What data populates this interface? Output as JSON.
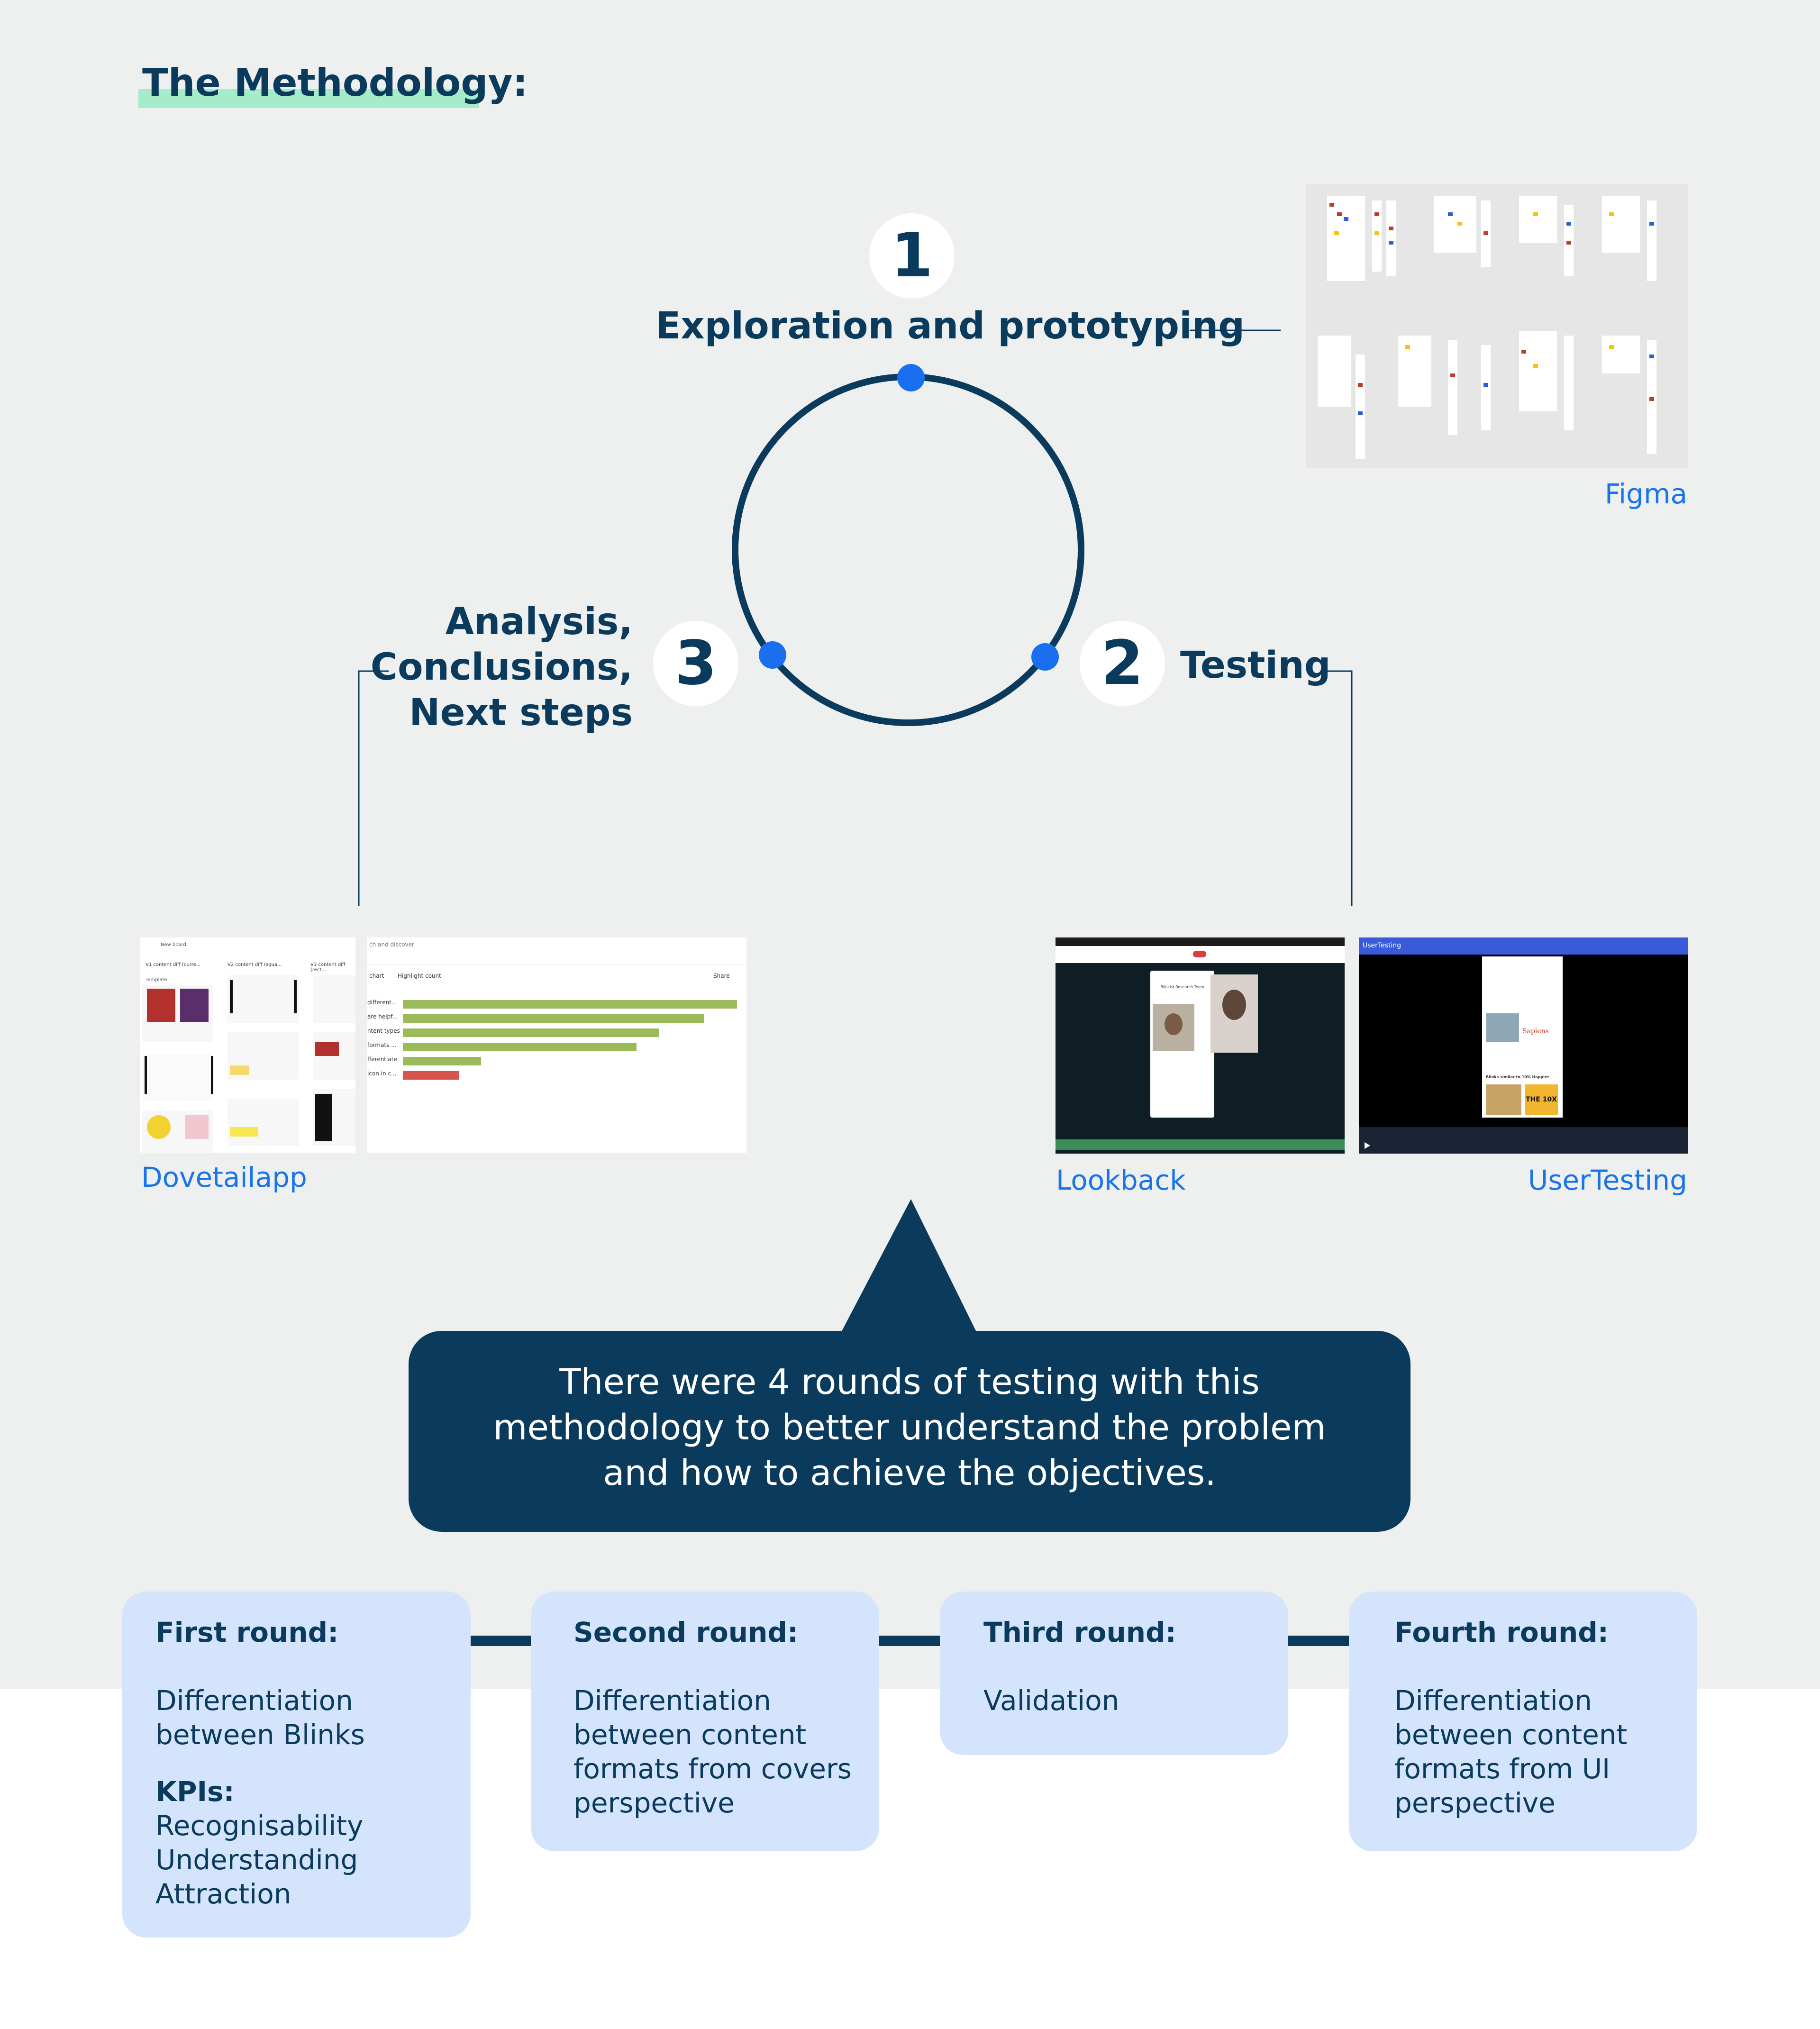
{
  "title": "The Methodology:",
  "stages": [
    {
      "number": "1",
      "label": "Exploration and prototyping",
      "tools": [
        "Figma"
      ]
    },
    {
      "number": "2",
      "label": "Testing",
      "tools": [
        "Lookback",
        "UserTesting"
      ]
    },
    {
      "number": "3",
      "label_lines": [
        "Analysis,",
        "Conclusions,",
        "Next steps"
      ],
      "tools": [
        "Dovetailapp"
      ]
    }
  ],
  "callout": {
    "lines": [
      "There were 4 rounds of testing with this",
      "methodology to better understand the problem",
      "and how to achieve the objectives."
    ]
  },
  "rounds": [
    {
      "title": "First round:",
      "description": [
        "Differentiation",
        "between Blinks"
      ],
      "kpi_title": "KPIs:",
      "kpis": [
        "Recognisability",
        "Understanding",
        "Attraction"
      ]
    },
    {
      "title": "Second round:",
      "description": [
        "Differentiation",
        "between content",
        "formats from covers",
        "perspective"
      ]
    },
    {
      "title": "Third round:",
      "description": [
        "Validation"
      ]
    },
    {
      "title": "Fourth round:",
      "description": [
        "Differentiation",
        "between content",
        "formats from UI",
        "perspective"
      ]
    }
  ],
  "screenshots": {
    "dovetail": {
      "columns": [
        "V1 content diff (curre...",
        "V2 content diff (squa...",
        "V3 content diff (rect..."
      ],
      "new_board": "New board",
      "template": "Template",
      "chart_header": "Highlight count",
      "chart_breadcrumb": "chart",
      "search": "ch and discover",
      "share": "Share",
      "bar_labels": [
        "different...",
        "are helpf...",
        "ntent types",
        "formats ...",
        "fferentiate",
        "icon in c..."
      ],
      "bar_values": [
        30,
        27,
        23,
        21,
        7,
        5
      ],
      "bar_colors": [
        "#9bba5a",
        "#9bba5a",
        "#9bba5a",
        "#9bba5a",
        "#9bba5a",
        "#d9534f"
      ]
    },
    "lookback": {
      "title": "Blinkist Research Team"
    },
    "usertesting": {
      "brand": "UserTesting",
      "sapiens": "Sapiens",
      "the10x": "THE 10X",
      "blinks_similar": "Blinks similar to 10% Happier"
    }
  },
  "colors": {
    "navy": "#0a3b5c",
    "accent_blue": "#1a73e8",
    "node_blue": "#1a6ef0",
    "round_box": "#d4e4fc",
    "title_highlight": "#a6ecca",
    "background": "#edf0ef"
  }
}
